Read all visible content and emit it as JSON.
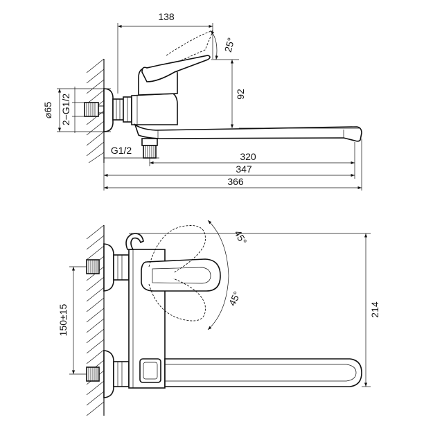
{
  "top_view": {
    "dims": {
      "width_138": "138",
      "angle_25": "25°",
      "height_92": "92",
      "diameter_65": "⌀65",
      "inlet_thread": "2−G1/2",
      "outlet_thread": "G1/2",
      "length_320": "320",
      "length_347": "347",
      "length_366": "366"
    }
  },
  "front_view": {
    "dims": {
      "angle_45_top": "45°",
      "angle_45_bottom": "45°",
      "spacing_150": "150±15",
      "height_214": "214"
    }
  }
}
